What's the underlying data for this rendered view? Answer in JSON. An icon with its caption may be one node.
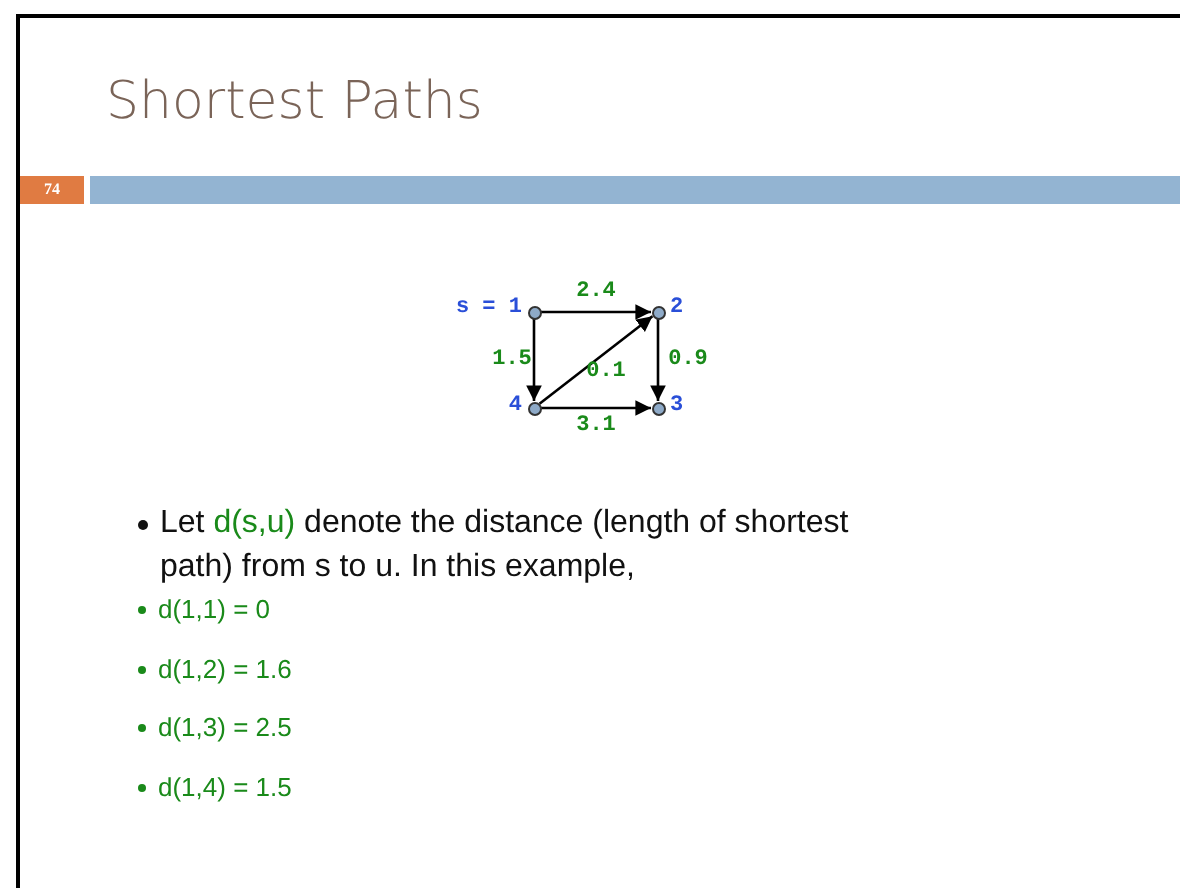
{
  "diagram": {
    "title": "Shortest Paths",
    "nodes": [
      {
        "text": [],
        "shape": "circle",
        "beside": [
          "s = 1"
        ]
      },
      {
        "text": [],
        "shape": "circle",
        "beside": [
          "2"
        ]
      },
      {
        "text": [],
        "shape": "circle",
        "beside": [
          "3"
        ]
      },
      {
        "text": [],
        "shape": "circle",
        "beside": [
          "4"
        ]
      }
    ],
    "edges": [
      {
        "from": 0,
        "to": 1,
        "arrow": "to",
        "label": "2.4"
      },
      {
        "from": 0,
        "to": 3,
        "arrow": "to",
        "label": "1.5"
      },
      {
        "from": 3,
        "to": 1,
        "arrow": "to",
        "label": "0.1"
      },
      {
        "from": 1,
        "to": 2,
        "arrow": "to",
        "label": "0.9"
      },
      {
        "from": 3,
        "to": 2,
        "arrow": "to",
        "label": "3.1"
      }
    ],
    "labels": [
      "74",
      "Let *d(s,u)* denote the distance (length of shortest path) from s to u.  In this example,",
      "d(1,1) = 0",
      "d(1,2) = 1.6",
      "d(1,3) = 2.5",
      "d(1,4) = 1.5"
    ]
  }
}
